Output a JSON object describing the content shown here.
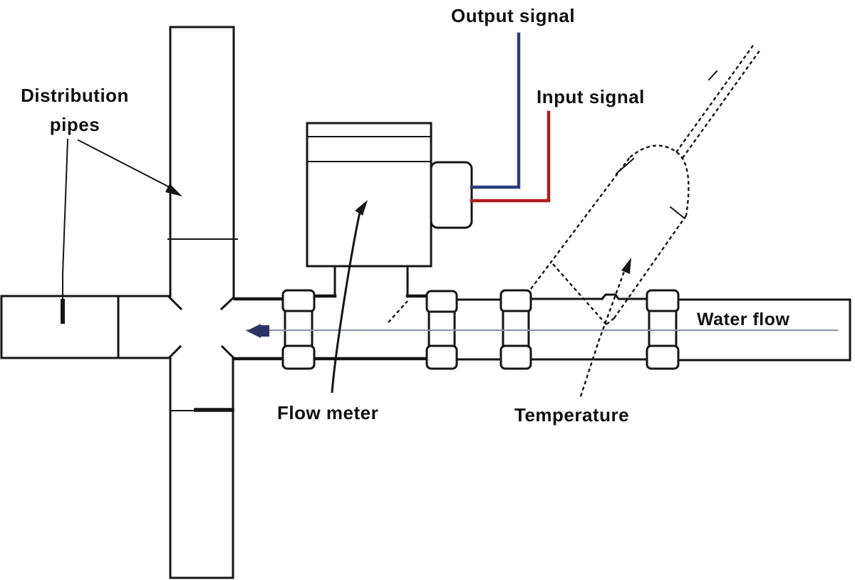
{
  "diagram": {
    "type": "piping-instrumentation-sketch",
    "labels": {
      "distribution_line1": "Distribution",
      "distribution_line2": "pipes",
      "output_signal": "Output signal",
      "input_signal": "Input signal",
      "flow_meter": "Flow meter",
      "temperature": "Temperature",
      "water_flow": "Water flow"
    },
    "colors": {
      "background": "#ffffff",
      "line": "#151515",
      "output_wire": "#2c3c78",
      "input_wire": "#b01d24",
      "centerline": "#8d96b0",
      "flow_arrow": "#2b3565"
    }
  }
}
